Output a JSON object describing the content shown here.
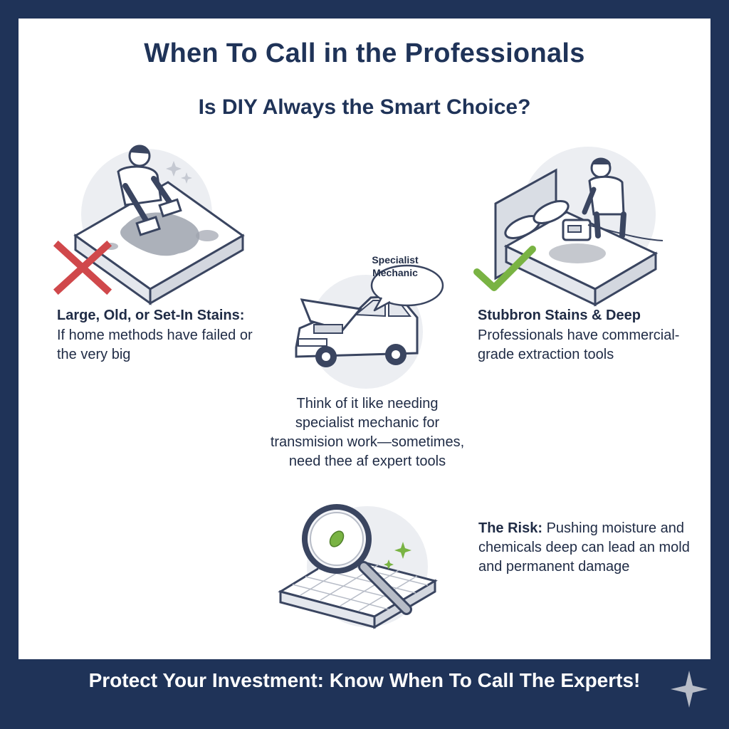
{
  "title": "When To Call in the Professionals",
  "subtitle": "Is DIY Always the Smart Choice?",
  "left": {
    "heading": "Large, Old, or Set-In Stains:",
    "body": "If home methods have failed or the very big",
    "mark_icon": "red-x-icon"
  },
  "right": {
    "heading": "Stubbron Stains & Deep",
    "body": "Professionals have commercial-grade extraction tools",
    "mark_icon": "green-check-icon"
  },
  "center": {
    "bubble": "Specialist Mechanic",
    "body": "Think of it like needing specialist mechanic for transmision work—sometimes, need thee af expert tools"
  },
  "risk": {
    "label": "The Risk:",
    "body": " Pushing moisture and chemicals deep can lead an mold and permanent damage"
  },
  "footer": "Protect Your Investment: Know When To Call The Experts!",
  "colors": {
    "navy": "#1f3358",
    "red": "#d0484b",
    "green": "#79b343",
    "stain": "#9ea3ae"
  }
}
